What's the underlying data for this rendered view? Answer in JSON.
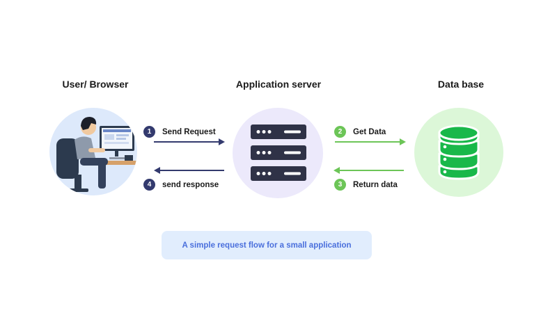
{
  "columns": {
    "user": "User/ Browser",
    "server": "Application server",
    "database": "Data base"
  },
  "steps": [
    {
      "num": "1",
      "label": "Send Request"
    },
    {
      "num": "2",
      "label": "Get Data"
    },
    {
      "num": "3",
      "label": "Return data"
    },
    {
      "num": "4",
      "label": "send response"
    }
  ],
  "caption": "A simple request flow for a small application",
  "colors": {
    "dark_accent": "#333a6e",
    "green_accent": "#6cc557",
    "server_rack": "#2f3247",
    "database": "#19b84a",
    "caption_text": "#4a6fdc"
  },
  "icons": [
    "person-at-computer-illustration",
    "server-rack-icon",
    "database-icon"
  ]
}
